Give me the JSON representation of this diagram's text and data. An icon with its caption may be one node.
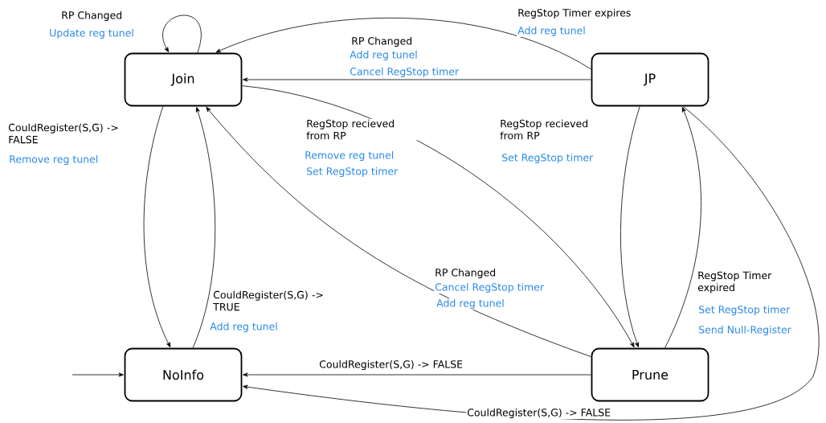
{
  "diagram": {
    "nodes": [
      {
        "text": [
          "Join"
        ]
      },
      {
        "text": [
          "JP"
        ]
      },
      {
        "text": [
          "NoInfo"
        ]
      },
      {
        "text": [
          "Prune"
        ]
      }
    ],
    "edges": [
      {
        "from": 0,
        "to": 0,
        "arrow": "to",
        "label": "RP Changed"
      },
      {
        "from": 1,
        "to": 0,
        "arrow": "to",
        "label": "RegStop Timer expires"
      },
      {
        "from": 1,
        "to": 0,
        "arrow": "to",
        "label": "RP Changed"
      },
      {
        "from": 0,
        "to": 2,
        "arrow": "to",
        "label": "CouldRegister(S,G) -> FALSE"
      },
      {
        "from": 2,
        "to": 0,
        "arrow": "to",
        "label": "CouldRegister(S,G) -> TRUE"
      },
      {
        "from": 0,
        "to": 3,
        "arrow": "to",
        "label": "RegStop recieved from RP"
      },
      {
        "from": 1,
        "to": 3,
        "arrow": "to",
        "label": "RegStop recieved from RP"
      },
      {
        "from": 3,
        "to": 1,
        "arrow": "to",
        "label": "RegStop Timer expired"
      },
      {
        "from": 3,
        "to": 0,
        "arrow": "to",
        "label": "RP Changed"
      },
      {
        "from": 3,
        "to": 2,
        "arrow": "to",
        "label": "CouldRegister(S,G) -> FALSE"
      },
      {
        "from": 1,
        "to": 2,
        "arrow": "to",
        "label": "CouldRegister(S,G) -> FALSE"
      },
      {
        "from": null,
        "to": 2,
        "arrow": "to"
      }
    ],
    "labels": [
      "Update reg tunel",
      "Add reg tunel",
      "Add reg tunel",
      "Cancel RegStop timer",
      "Remove reg tunel",
      "Remove reg tunel",
      "Set RegStop timer",
      "Set RegStop timer",
      "Cancel RegStop timer",
      "Add reg tunel",
      "Add reg tunel",
      "Set RegStop timer",
      "Send Null-Register"
    ]
  }
}
